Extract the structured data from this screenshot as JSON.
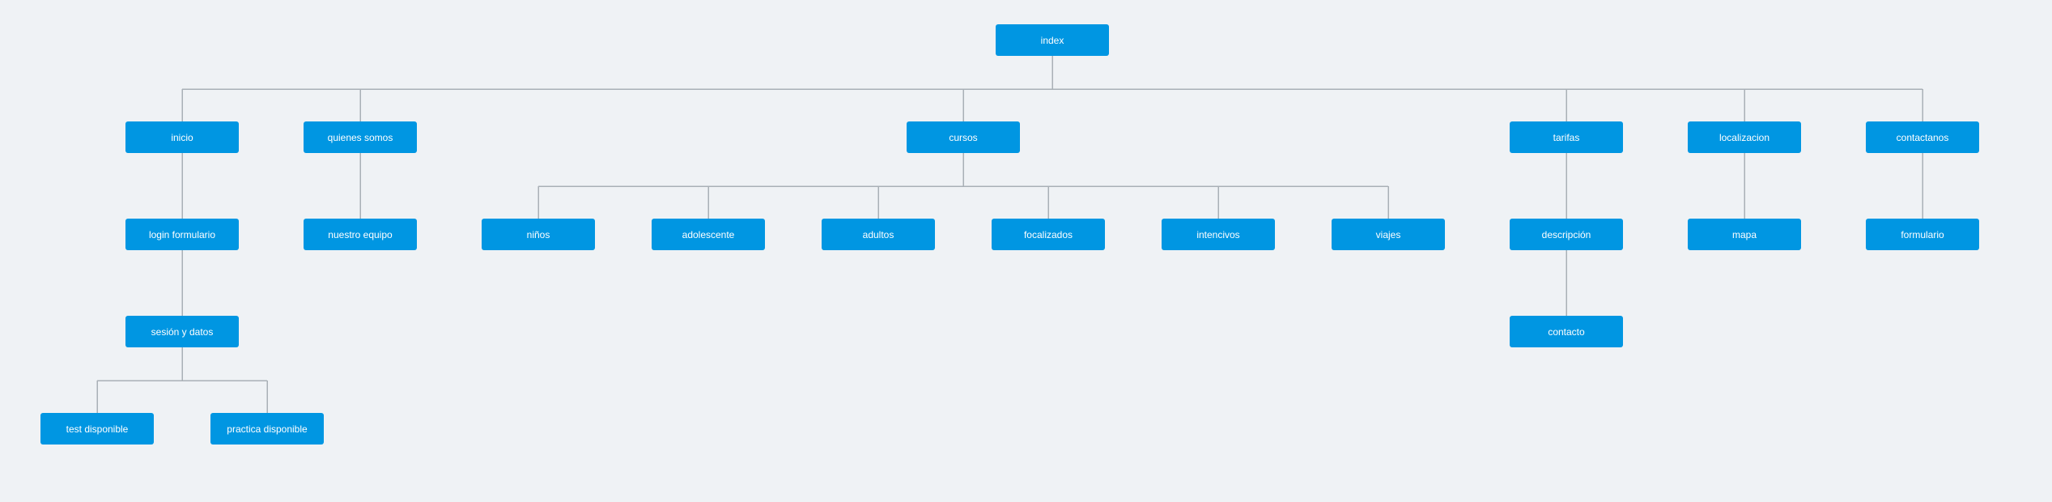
{
  "sitemap": {
    "index": "index",
    "inicio": "inicio",
    "login_formulario": "login formulario",
    "sesion_datos": "sesión y datos",
    "test_disponible": "test disponible",
    "practica_disponible": "practica disponible",
    "quienes_somos": "quienes somos",
    "nuestro_equipo": "nuestro equipo",
    "cursos": "cursos",
    "ninos": "niños",
    "adolescente": "adolescente",
    "adultos": "adultos",
    "focalizados": "focalizados",
    "intencivos": "intencivos",
    "viajes": "viajes",
    "tarifas": "tarifas",
    "descripcion": "descripción",
    "contacto": "contacto",
    "localizacion": "localizacion",
    "mapa": "mapa",
    "contactanos": "contactanos",
    "formulario": "formulario"
  },
  "colors": {
    "background": "#eff2f5",
    "node": "#0096e2",
    "node_text": "#ffffff",
    "connector": "#a9b0b6"
  }
}
